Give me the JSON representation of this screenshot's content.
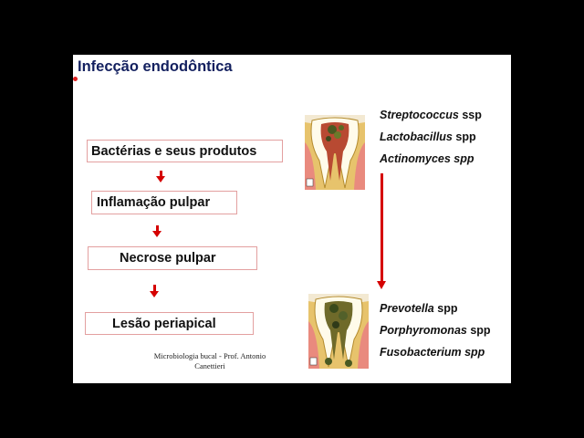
{
  "slide": {
    "title": "Infecção endodôntica",
    "flow": [
      "Bactérias e seus produtos",
      "Inflamação pulpar",
      "Necrose pulpar",
      "Lesão periapical"
    ],
    "bacteria_top": [
      {
        "name": "Streptococcus",
        "suffix": " ssp"
      },
      {
        "name": "Lactobacillus",
        "suffix": " spp"
      },
      {
        "name": "Actinomyces spp",
        "suffix": ""
      }
    ],
    "bacteria_bottom": [
      {
        "name": "Prevotella",
        "suffix": " spp"
      },
      {
        "name": "Porphyromonas",
        "suffix": " spp"
      },
      {
        "name": "Fusobacterium spp",
        "suffix": ""
      }
    ],
    "footer_line1": "Microbiologia bucal - Prof. Antonio",
    "footer_line2": "Canettieri",
    "colors": {
      "title": "#13205f",
      "arrow": "#d50000",
      "box_border": "#e3a0a0"
    },
    "icons": [
      "tooth-caries-diagram",
      "tooth-necrosis-diagram"
    ]
  }
}
